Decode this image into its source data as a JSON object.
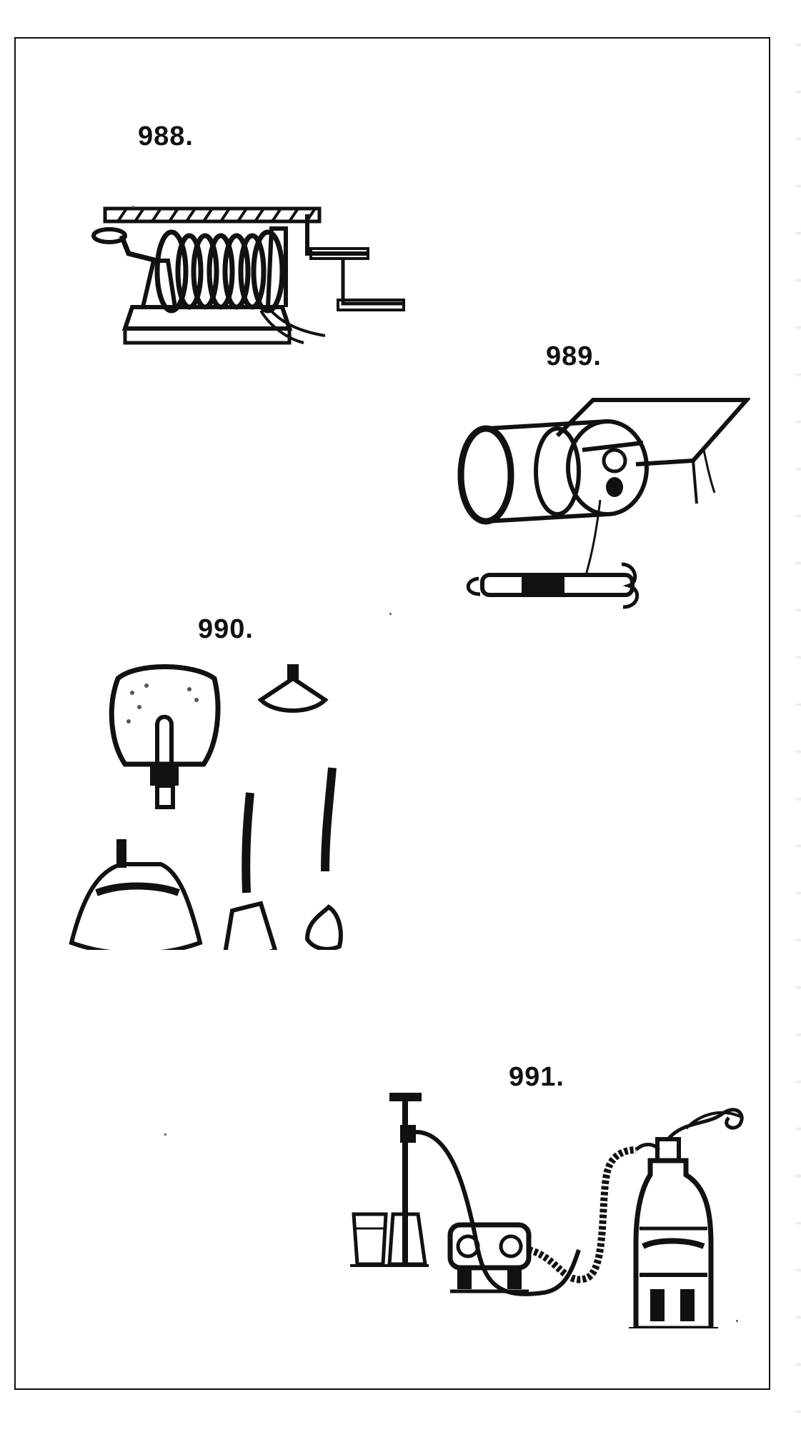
{
  "figures": [
    {
      "label": "988.",
      "icon": "winch-drum-icon"
    },
    {
      "label": "989.",
      "icon": "cable-reel-cart-icon"
    },
    {
      "label": "990.",
      "icon": "lamp-shades-icon"
    },
    {
      "label": "991.",
      "icon": "pump-tank-apparatus-icon"
    }
  ],
  "colors": {
    "ink": "#111111",
    "paper": "#ffffff"
  }
}
